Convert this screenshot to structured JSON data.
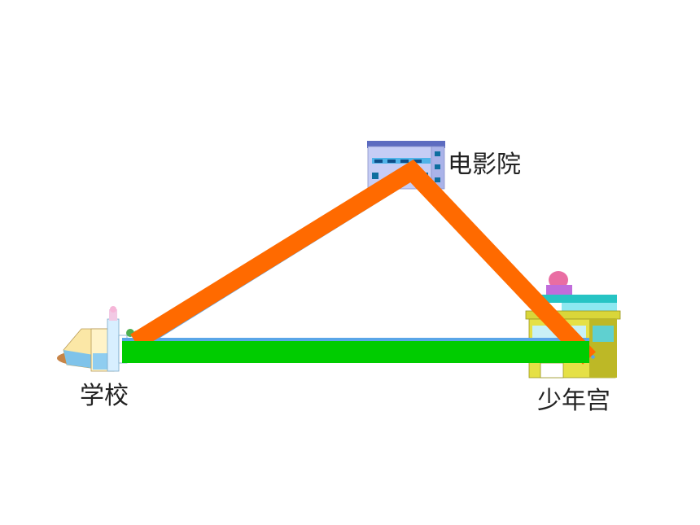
{
  "places": {
    "school": {
      "label": "学校",
      "icon": "school-building-icon"
    },
    "cinema": {
      "label": "电影院",
      "icon": "cinema-building-icon"
    },
    "palace": {
      "label": "少年宫",
      "icon": "youth-palace-building-icon"
    }
  },
  "routes": {
    "via_cinema": {
      "color": "#ff6a00",
      "icon": "route-via-cinema"
    },
    "direct": {
      "color": "#00cc00",
      "icon": "route-direct"
    }
  },
  "colors": {
    "route_edge": "#5aa6e8",
    "building_blue": "#c6cdf5",
    "building_yellow": "#d6d233",
    "building_teal": "#22c7c7"
  }
}
